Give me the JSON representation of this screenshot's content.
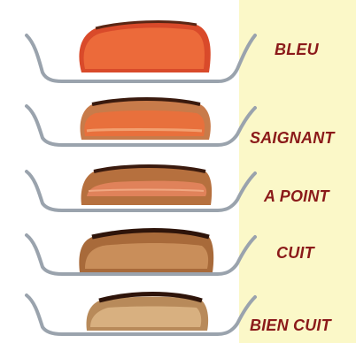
{
  "steps": [
    {
      "label": "BLEU",
      "doneness": "blue"
    },
    {
      "label": "SAIGNANT",
      "doneness": "rare"
    },
    {
      "label": "A POINT",
      "doneness": "medium"
    },
    {
      "label": "CUIT",
      "doneness": "well"
    },
    {
      "label": "BIEN CUIT",
      "doneness": "very-well"
    }
  ],
  "colors": {
    "label": "#8b1a1a",
    "panel": "#fbf8c8",
    "pan": "#9aa3ad",
    "crust": "#3a1a0e"
  }
}
